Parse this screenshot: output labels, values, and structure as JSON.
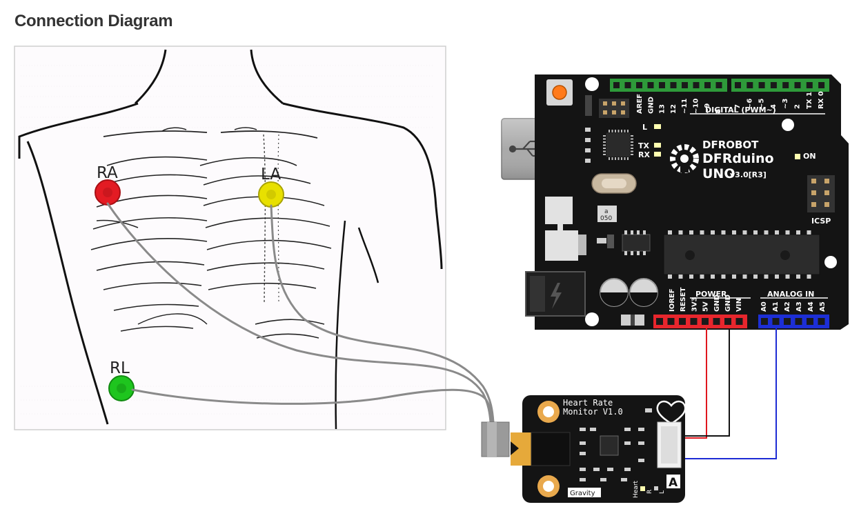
{
  "page": {
    "title": "Connection Diagram"
  },
  "electrodes": [
    {
      "id": "ra",
      "label": "RA",
      "color": "#e31b23"
    },
    {
      "id": "la",
      "label": "LA",
      "color": "#e8e000"
    },
    {
      "id": "rl",
      "label": "RL",
      "color": "#1ec51e"
    }
  ],
  "board": {
    "brand_line1": "DFROBOT",
    "brand_line2": "DFRduino",
    "brand_line3": "UNO",
    "version": "v3.0[R3]",
    "digital_header": "DIGITAL (PWM~)",
    "digital_pins_left": [
      "AREF",
      "GND",
      "13",
      "12",
      "~11",
      "~10",
      "~9",
      "8"
    ],
    "digital_pins_right": [
      "7",
      "~6",
      "~5",
      "4",
      "~3",
      "2",
      "TX 1",
      "RX 0"
    ],
    "led_l": "L",
    "led_tx": "TX",
    "led_rx": "RX",
    "led_on": "ON",
    "icsp": "ICSP",
    "power_header": "POWER",
    "power_pins": [
      "IOREF",
      "RESET",
      "3V3",
      "5V",
      "GND",
      "GND",
      "VIN"
    ],
    "analog_header": "ANALOG IN",
    "analog_pins": [
      "A0",
      "A1",
      "A2",
      "A3",
      "A4",
      "A5"
    ],
    "chip_label_top": "a",
    "chip_label_bottom": "050"
  },
  "sensor": {
    "name_line1": "Heart Rate",
    "name_line2": "Monitor V1.0",
    "gravity": "Gravity",
    "heart": "Heart",
    "led_r": "R",
    "led_l": "L",
    "badge": "A"
  },
  "colors": {
    "board": "#141414",
    "digital_header": "#2e9a3a",
    "power_header": "#e8262d",
    "analog_header": "#1d2fd6",
    "wire_red": "#e0161e",
    "wire_black": "#111111",
    "wire_blue": "#1c2ad4",
    "lead_grey": "#8a8a8a",
    "sensor_pad": "#e9a94d",
    "jack": "#e6a93a"
  }
}
